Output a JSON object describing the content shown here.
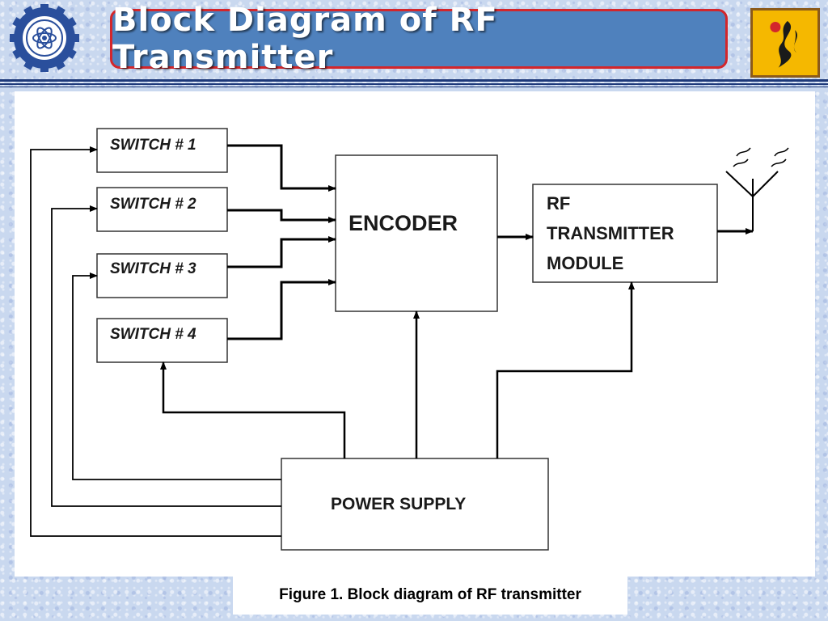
{
  "header": {
    "title": "Block Diagram of RF Transmitter",
    "left_logo_icon": "csir-seal-icon",
    "right_logo_icon": "institute-logo-icon"
  },
  "diagram": {
    "switches": [
      {
        "label": "SWITCH # 1"
      },
      {
        "label": "SWITCH # 2"
      },
      {
        "label": "SWITCH # 3"
      },
      {
        "label": "SWITCH # 4"
      }
    ],
    "encoder": {
      "label": "ENCODER"
    },
    "rf_module": {
      "lines": [
        "RF",
        "TRANSMITTER",
        "MODULE"
      ]
    },
    "power_supply": {
      "label": "POWER SUPPLY"
    },
    "antenna_icon": "antenna-icon"
  },
  "caption": "Figure 1. Block diagram of RF transmitter",
  "colors": {
    "title_bg": "#4f81bd",
    "title_border": "#d3262b",
    "rule": "#1f3a7a",
    "right_logo_bg": "#f5b800"
  }
}
